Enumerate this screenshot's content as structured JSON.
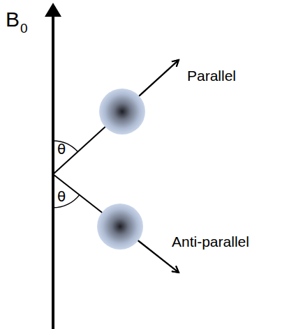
{
  "diagram": {
    "labels": [
      "B",
      "0",
      "θ",
      "θ",
      "Parallel",
      "Anti-parallel"
    ]
  }
}
